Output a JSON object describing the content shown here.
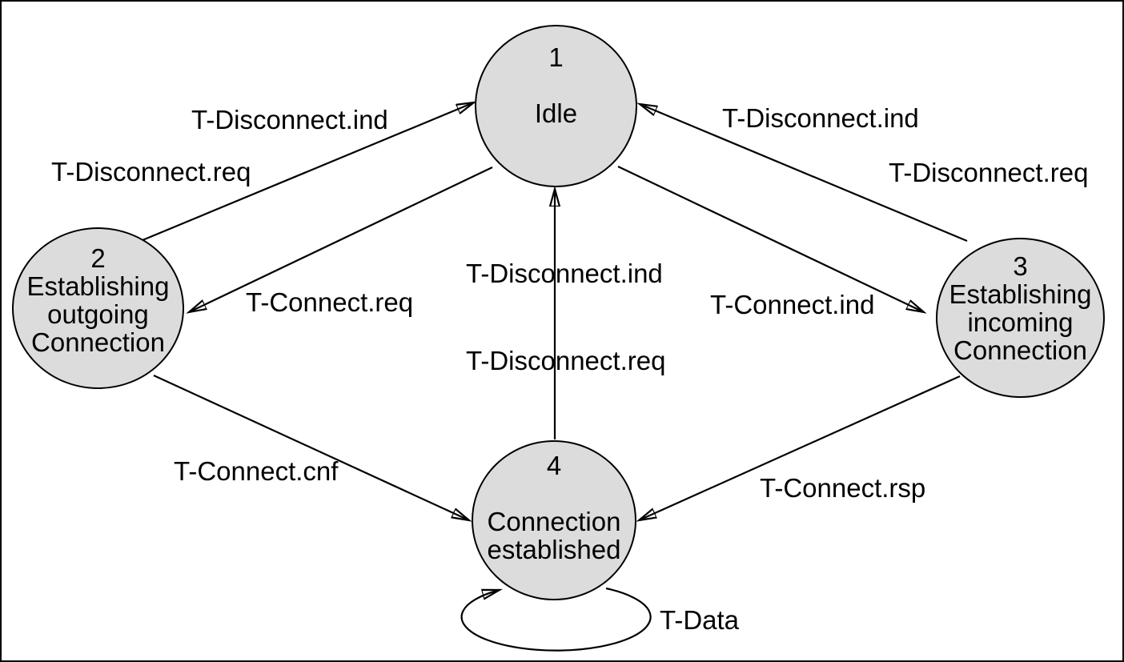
{
  "diagram_type": "state-machine",
  "colors": {
    "background": "#ffffff",
    "state_fill": "#dcdcdc",
    "stroke": "#000000",
    "text": "#000000"
  },
  "states": [
    {
      "number": "1",
      "name_lines": [
        "Idle"
      ]
    },
    {
      "number": "2",
      "name_lines": [
        "Establishing",
        "outgoing",
        "Connection"
      ]
    },
    {
      "number": "3",
      "name_lines": [
        "Establishing",
        "incoming",
        "Connection"
      ]
    },
    {
      "number": "4",
      "name_lines": [
        "Connection",
        "established"
      ]
    }
  ],
  "transitions": [
    {
      "from": "2",
      "to": "1",
      "labels": [
        "T-Disconnect.ind",
        "T-Disconnect.req"
      ]
    },
    {
      "from": "1",
      "to": "2",
      "labels": [
        "T-Connect.req"
      ]
    },
    {
      "from": "1",
      "to": "3",
      "labels": [
        "T-Connect.ind"
      ]
    },
    {
      "from": "3",
      "to": "1",
      "labels": [
        "T-Disconnect.ind",
        "T-Disconnect.req"
      ]
    },
    {
      "from": "4",
      "to": "1",
      "labels": [
        "T-Disconnect.ind",
        "T-Disconnect.req"
      ]
    },
    {
      "from": "2",
      "to": "4",
      "labels": [
        "T-Connect.cnf"
      ]
    },
    {
      "from": "3",
      "to": "4",
      "labels": [
        "T-Connect.rsp"
      ]
    },
    {
      "from": "4",
      "to": "4",
      "labels": [
        "T-Data"
      ]
    }
  ]
}
